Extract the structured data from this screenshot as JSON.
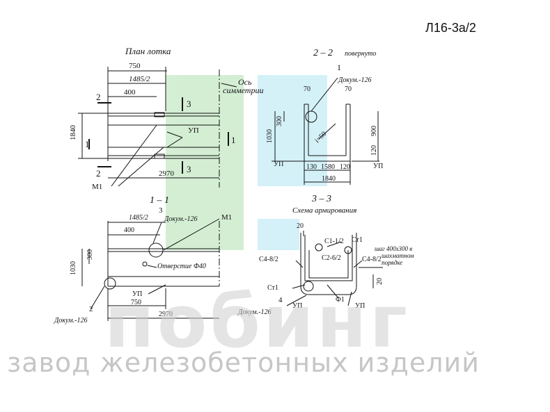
{
  "sheet_code": "Л16-3а/2",
  "watermark": {
    "brand": "побинг",
    "tagline": "завод железобетонных изделий",
    "colors": {
      "green": "#cdeccd",
      "blue": "#cdeef7",
      "gray": "#c8c8c8"
    }
  },
  "plan": {
    "title": "План лотка",
    "dims": [
      "750",
      "1485/2",
      "400",
      "2970",
      "1840"
    ],
    "axis_label_1": "Ось",
    "axis_label_2": "симметрии",
    "section_marks": [
      "2",
      "3",
      "1",
      "1",
      "2",
      "3"
    ],
    "labels": [
      "УП",
      "М1"
    ]
  },
  "section_22": {
    "title": "2 – 2",
    "subtitle": "повернуто",
    "callout": "1",
    "doc_ref": "Докум.-126",
    "dims": [
      "70",
      "70",
      "300",
      "1030",
      "900",
      "120",
      "i=50",
      "130",
      "1580",
      "120",
      "1840"
    ],
    "labels": [
      "УП",
      "УП"
    ]
  },
  "section_11": {
    "title": "1 – 1",
    "callout": "3",
    "doc_ref": "Докум.-126",
    "m_label": "М1",
    "hole": "Отверстие Ф40",
    "dims": [
      "1485/2",
      "400",
      "300",
      "1030",
      "750",
      "2970"
    ],
    "labels": [
      "УП"
    ],
    "bottom_callout": "2",
    "bottom_doc": "Докум.-126"
  },
  "section_33": {
    "title": "3 – 3",
    "scheme_title": "Схема армирования",
    "dim_top": "20",
    "labels": [
      "Ст1",
      "С1-1/2",
      "С4-8/2",
      "С2-6/2",
      "С4-8/2",
      "Ст1",
      "Ф1",
      "УП",
      "УП",
      "20"
    ],
    "note": [
      "шаг 400х300 в",
      "шахматном",
      "порядке"
    ],
    "callout": "4",
    "doc_ref": "Докум.-126"
  }
}
